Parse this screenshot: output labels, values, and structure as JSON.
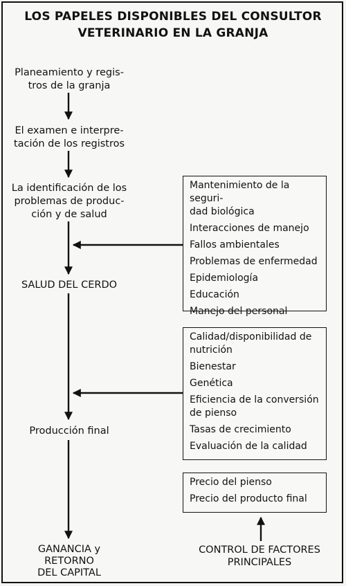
{
  "title": {
    "line1": "LOS PAPELES DISPONIBLES DEL CONSULTOR",
    "line2": "VETERINARIO EN LA GRANJA"
  },
  "flow": {
    "step1": [
      "Planeamiento y regis-",
      "tros de la granja"
    ],
    "step2": [
      "El examen e interpre-",
      "tación de los registros"
    ],
    "step3": [
      "La identificación de los",
      "problemas de produc-",
      "ción y de salud"
    ],
    "step4": "SALUD DEL CERDO",
    "step5": "Producción final",
    "step6": [
      "GANANCIA y",
      "RETORNO",
      "DEL CAPITAL"
    ]
  },
  "box_health": {
    "items": [
      [
        "Mantenimiento de la seguri-",
        "dad biológica"
      ],
      [
        "Interacciones de manejo"
      ],
      [
        "Fallos ambientales"
      ],
      [
        "Problemas de enfermedad"
      ],
      [
        "Epidemiología"
      ],
      [
        "Educación"
      ],
      [
        "Manejo del personal"
      ]
    ]
  },
  "box_production": {
    "items": [
      [
        "Calidad/disponibilidad de",
        "nutrición"
      ],
      [
        "Bienestar"
      ],
      [
        "Genética"
      ],
      [
        "Eficiencia de la conversión",
        "de pienso"
      ],
      [
        "Tasas de crecimiento"
      ],
      [
        "Evaluación de la calidad"
      ]
    ]
  },
  "box_prices": {
    "items": [
      [
        "Precio del pienso"
      ],
      [
        "Precio del producto final"
      ]
    ]
  },
  "control": [
    "CONTROL DE FACTORES",
    "PRINCIPALES"
  ]
}
